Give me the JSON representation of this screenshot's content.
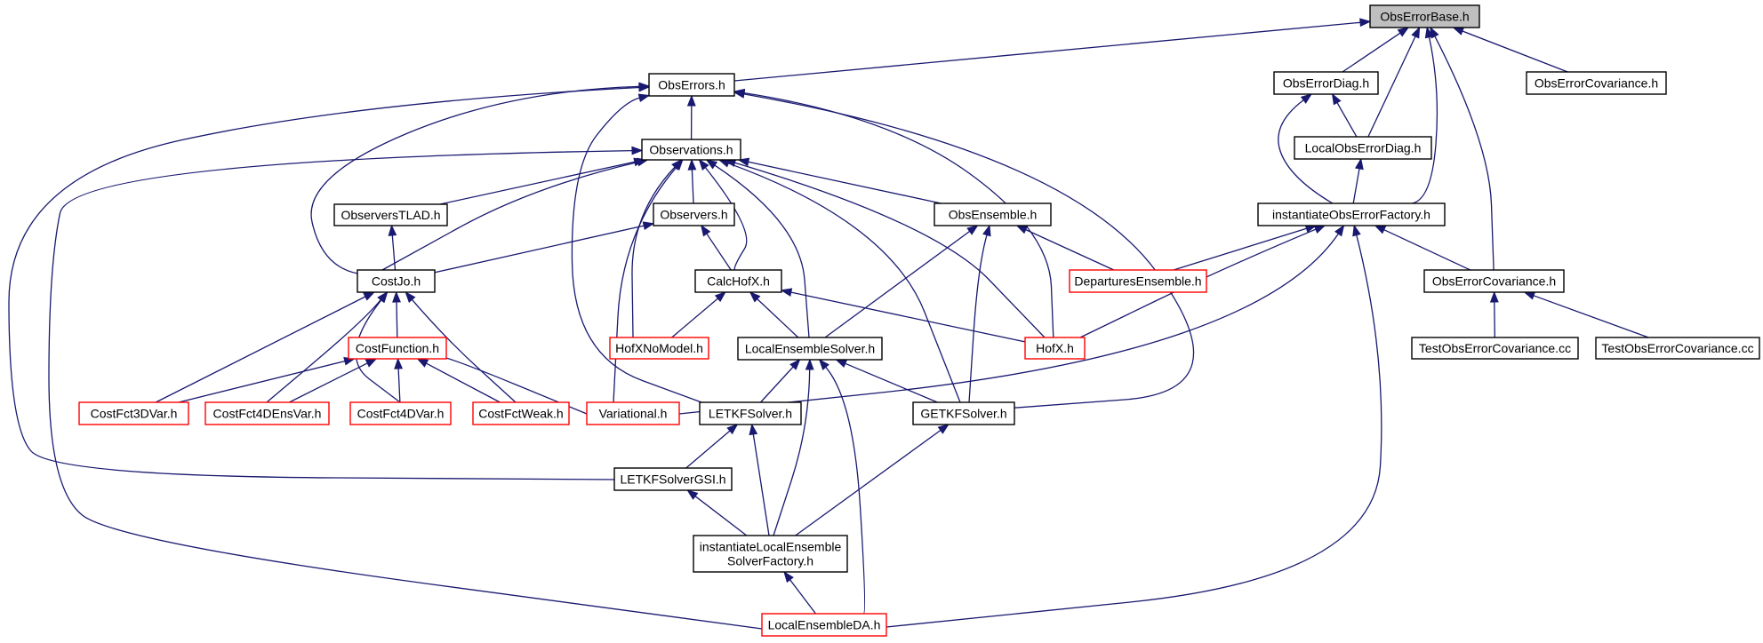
{
  "diagram": {
    "kind": "include-dependency-graph",
    "colors": {
      "edge": "#191970",
      "current_fill": "#bfbfbf",
      "normal_border": "#000000",
      "truncated_border": "#ff0000"
    },
    "nodes": [
      {
        "id": "ObsErrorBase",
        "label": [
          "ObsErrorBase.h"
        ],
        "style": "current"
      },
      {
        "id": "ObsErrors",
        "label": [
          "ObsErrors.h"
        ],
        "style": "normal"
      },
      {
        "id": "ObsErrorDiag",
        "label": [
          "ObsErrorDiag.h"
        ],
        "style": "normal"
      },
      {
        "id": "ObsErrorCovarianceTop",
        "label": [
          "ObsErrorCovariance.h"
        ],
        "style": "normal"
      },
      {
        "id": "Observations",
        "label": [
          "Observations.h"
        ],
        "style": "normal"
      },
      {
        "id": "LocalObsErrorDiag",
        "label": [
          "LocalObsErrorDiag.h"
        ],
        "style": "normal"
      },
      {
        "id": "ObserversTLAD",
        "label": [
          "ObserversTLAD.h"
        ],
        "style": "normal"
      },
      {
        "id": "Observers",
        "label": [
          "Observers.h"
        ],
        "style": "normal"
      },
      {
        "id": "ObsEnsemble",
        "label": [
          "ObsEnsemble.h"
        ],
        "style": "normal"
      },
      {
        "id": "instantiateObsErrorFactory",
        "label": [
          "instantiateObsErrorFactory.h"
        ],
        "style": "normal"
      },
      {
        "id": "CostJo",
        "label": [
          "CostJo.h"
        ],
        "style": "normal"
      },
      {
        "id": "CalcHofX",
        "label": [
          "CalcHofX.h"
        ],
        "style": "normal"
      },
      {
        "id": "DeparturesEnsemble",
        "label": [
          "DeparturesEnsemble.h"
        ],
        "style": "truncated"
      },
      {
        "id": "ObsErrorCovarianceMid",
        "label": [
          "ObsErrorCovariance.h"
        ],
        "style": "normal"
      },
      {
        "id": "CostFunction",
        "label": [
          "CostFunction.h"
        ],
        "style": "truncated"
      },
      {
        "id": "HofXNoModel",
        "label": [
          "HofXNoModel.h"
        ],
        "style": "truncated"
      },
      {
        "id": "LocalEnsembleSolver",
        "label": [
          "LocalEnsembleSolver.h"
        ],
        "style": "normal"
      },
      {
        "id": "HofX",
        "label": [
          "HofX.h"
        ],
        "style": "truncated"
      },
      {
        "id": "TestObsErrorCovariance1",
        "label": [
          "TestObsErrorCovariance.cc"
        ],
        "style": "normal"
      },
      {
        "id": "TestObsErrorCovariance2",
        "label": [
          "TestObsErrorCovariance.cc"
        ],
        "style": "normal"
      },
      {
        "id": "CostFct3DVar",
        "label": [
          "CostFct3DVar.h"
        ],
        "style": "truncated"
      },
      {
        "id": "CostFct4DEnsVar",
        "label": [
          "CostFct4DEnsVar.h"
        ],
        "style": "truncated"
      },
      {
        "id": "CostFct4DVar",
        "label": [
          "CostFct4DVar.h"
        ],
        "style": "truncated"
      },
      {
        "id": "CostFctWeak",
        "label": [
          "CostFctWeak.h"
        ],
        "style": "truncated"
      },
      {
        "id": "Variational",
        "label": [
          "Variational.h"
        ],
        "style": "truncated"
      },
      {
        "id": "LETKFSolver",
        "label": [
          "LETKFSolver.h"
        ],
        "style": "normal"
      },
      {
        "id": "GETKFSolver",
        "label": [
          "GETKFSolver.h"
        ],
        "style": "normal"
      },
      {
        "id": "LETKFSolverGSI",
        "label": [
          "LETKFSolverGSI.h"
        ],
        "style": "normal"
      },
      {
        "id": "instantiateLocalEnsembleSolverFactory",
        "label": [
          "instantiateLocalEnsemble",
          "SolverFactory.h"
        ],
        "style": "normal"
      },
      {
        "id": "LocalEnsembleDA",
        "label": [
          "LocalEnsembleDA.h"
        ],
        "style": "truncated"
      }
    ],
    "edges": [
      {
        "from": "ObsErrorBase",
        "to": "ObsErrors"
      },
      {
        "from": "ObsErrorBase",
        "to": "ObsErrorDiag"
      },
      {
        "from": "ObsErrorBase",
        "to": "ObsErrorCovarianceTop"
      },
      {
        "from": "ObsErrorBase",
        "to": "LocalObsErrorDiag"
      },
      {
        "from": "ObsErrorBase",
        "to": "instantiateObsErrorFactory"
      },
      {
        "from": "ObsErrorBase",
        "to": "ObsErrorCovarianceMid"
      },
      {
        "from": "ObsErrors",
        "to": "Observations"
      },
      {
        "from": "ObsErrors",
        "to": "CostJo"
      },
      {
        "from": "ObsErrors",
        "to": "LETKFSolverGSI"
      },
      {
        "from": "ObsErrors",
        "to": "LETKFSolver"
      },
      {
        "from": "ObsErrors",
        "to": "HofX"
      },
      {
        "from": "ObsErrors",
        "to": "GETKFSolver"
      },
      {
        "from": "ObsErrorDiag",
        "to": "LocalObsErrorDiag"
      },
      {
        "from": "ObsErrorDiag",
        "to": "instantiateObsErrorFactory"
      },
      {
        "from": "LocalObsErrorDiag",
        "to": "instantiateObsErrorFactory"
      },
      {
        "from": "Observations",
        "to": "ObserversTLAD"
      },
      {
        "from": "Observations",
        "to": "Observers"
      },
      {
        "from": "Observations",
        "to": "ObsEnsemble"
      },
      {
        "from": "Observations",
        "to": "CostJo"
      },
      {
        "from": "Observations",
        "to": "CalcHofX"
      },
      {
        "from": "Observations",
        "to": "HofXNoModel"
      },
      {
        "from": "Observations",
        "to": "LocalEnsembleSolver"
      },
      {
        "from": "Observations",
        "to": "HofX"
      },
      {
        "from": "Observations",
        "to": "Variational"
      },
      {
        "from": "Observations",
        "to": "GETKFSolver"
      },
      {
        "from": "Observations",
        "to": "LocalEnsembleDA"
      },
      {
        "from": "ObserversTLAD",
        "to": "CostJo"
      },
      {
        "from": "Observers",
        "to": "CostJo"
      },
      {
        "from": "Observers",
        "to": "CalcHofX"
      },
      {
        "from": "ObsEnsemble",
        "to": "DeparturesEnsemble"
      },
      {
        "from": "ObsEnsemble",
        "to": "LocalEnsembleSolver"
      },
      {
        "from": "ObsEnsemble",
        "to": "GETKFSolver"
      },
      {
        "from": "instantiateObsErrorFactory",
        "to": "DeparturesEnsemble"
      },
      {
        "from": "instantiateObsErrorFactory",
        "to": "ObsErrorCovarianceMid"
      },
      {
        "from": "instantiateObsErrorFactory",
        "to": "HofX"
      },
      {
        "from": "instantiateObsErrorFactory",
        "to": "Variational"
      },
      {
        "from": "instantiateObsErrorFactory",
        "to": "LocalEnsembleDA"
      },
      {
        "from": "ObsErrorCovarianceMid",
        "to": "TestObsErrorCovariance1"
      },
      {
        "from": "ObsErrorCovarianceMid",
        "to": "TestObsErrorCovariance2"
      },
      {
        "from": "CostJo",
        "to": "CostFunction"
      },
      {
        "from": "CostJo",
        "to": "CostFct3DVar"
      },
      {
        "from": "CostJo",
        "to": "CostFct4DEnsVar"
      },
      {
        "from": "CostJo",
        "to": "CostFct4DVar"
      },
      {
        "from": "CostJo",
        "to": "CostFctWeak"
      },
      {
        "from": "CalcHofX",
        "to": "HofXNoModel"
      },
      {
        "from": "CalcHofX",
        "to": "LocalEnsembleSolver"
      },
      {
        "from": "CalcHofX",
        "to": "HofX"
      },
      {
        "from": "CostFunction",
        "to": "CostFct3DVar"
      },
      {
        "from": "CostFunction",
        "to": "CostFct4DEnsVar"
      },
      {
        "from": "CostFunction",
        "to": "CostFct4DVar"
      },
      {
        "from": "CostFunction",
        "to": "CostFctWeak"
      },
      {
        "from": "CostFunction",
        "to": "Variational"
      },
      {
        "from": "LocalEnsembleSolver",
        "to": "LETKFSolver"
      },
      {
        "from": "LocalEnsembleSolver",
        "to": "GETKFSolver"
      },
      {
        "from": "LocalEnsembleSolver",
        "to": "instantiateLocalEnsembleSolverFactory"
      },
      {
        "from": "LocalEnsembleSolver",
        "to": "LocalEnsembleDA"
      },
      {
        "from": "LETKFSolver",
        "to": "LETKFSolverGSI"
      },
      {
        "from": "LETKFSolver",
        "to": "instantiateLocalEnsembleSolverFactory"
      },
      {
        "from": "LETKFSolverGSI",
        "to": "instantiateLocalEnsembleSolverFactory"
      },
      {
        "from": "GETKFSolver",
        "to": "instantiateLocalEnsembleSolverFactory"
      },
      {
        "from": "instantiateLocalEnsembleSolverFactory",
        "to": "LocalEnsembleDA"
      }
    ]
  }
}
